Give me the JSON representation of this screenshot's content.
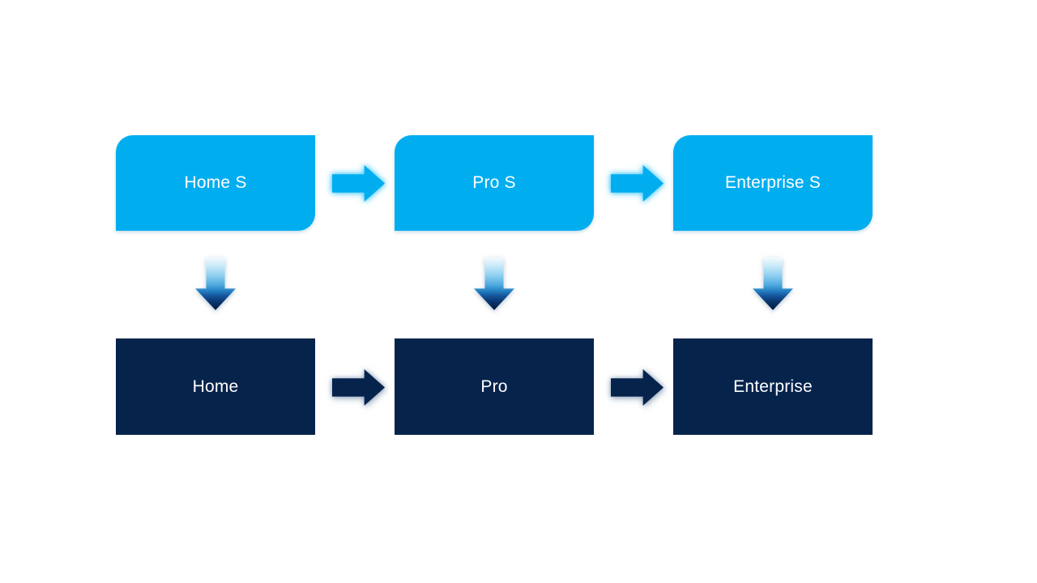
{
  "diagram": {
    "colors": {
      "light": "#00AEEF",
      "dark": "#06234C",
      "text": "#FFFFFF",
      "background": "#FFFFFF"
    },
    "top_row": [
      {
        "label": "Home S"
      },
      {
        "label": "Pro S"
      },
      {
        "label": "Enterprise S"
      }
    ],
    "bottom_row": [
      {
        "label": "Home"
      },
      {
        "label": "Pro"
      },
      {
        "label": "Enterprise"
      }
    ]
  }
}
